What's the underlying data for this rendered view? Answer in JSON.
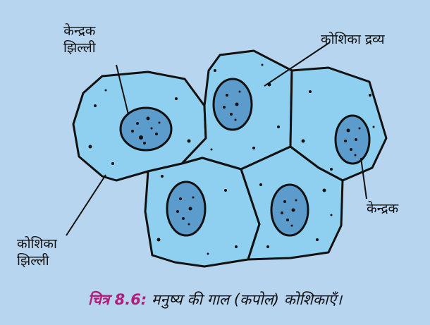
{
  "labels": {
    "nuclear_membrane_line1": "केन्द्रक",
    "nuclear_membrane_line2": "झिल्ली",
    "cytoplasm": "कोशिका द्रव्य",
    "nucleus": "केन्द्रक",
    "cell_membrane_line1": "कोशिका",
    "cell_membrane_line2": "झिल्ली"
  },
  "caption": {
    "figure_number": "चित्र 8.6:",
    "text": "मनुष्य की गाल (कपोल) कोशिकाएँ।"
  },
  "colors": {
    "background": "#b7d5ef",
    "cell_fill": "#8fd0f0",
    "nucleus_fill": "#5c9ccd",
    "outline": "#111111",
    "figure_number": "#b01e7c"
  }
}
